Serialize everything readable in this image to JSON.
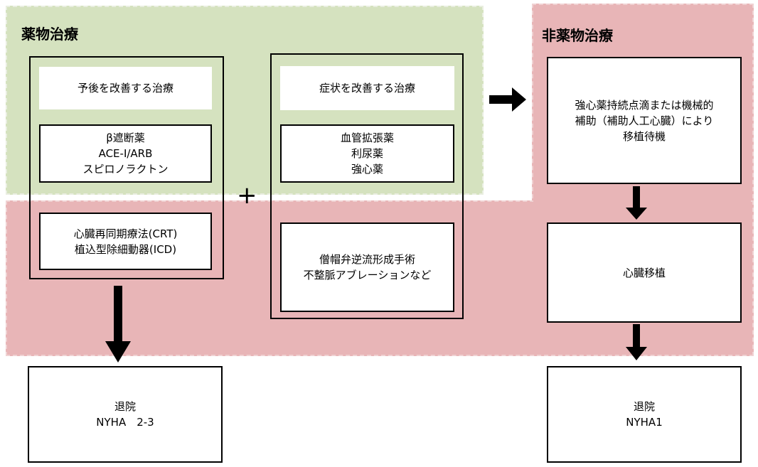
{
  "regions": {
    "pharmacological": {
      "label": "薬物治療"
    },
    "non_pharmacological": {
      "label": "非薬物治療"
    }
  },
  "left_column": {
    "header": "予後を改善する治療",
    "drugs": [
      "β遮断薬",
      "ACE-I/ARB",
      "スピロノラクトン"
    ],
    "devices": [
      "心臓再同期療法(CRT)",
      "植込型除細動器(ICD)"
    ]
  },
  "operator": "+",
  "middle_column": {
    "header": "症状を改善する治療",
    "drugs": [
      "血管拡張薬",
      "利尿薬",
      "強心薬"
    ],
    "procedures": [
      "僧帽弁逆流形成手術",
      "不整脈アブレーションなど"
    ]
  },
  "right_column": {
    "support": [
      "強心薬持続点滴または機械的",
      "補助（補助人工心臓）により",
      "移植待機"
    ],
    "transplant": "心臓移植"
  },
  "outcomes": {
    "left": [
      "退院",
      "NYHA　2-3"
    ],
    "right": [
      "退院",
      "NYHA1"
    ]
  }
}
